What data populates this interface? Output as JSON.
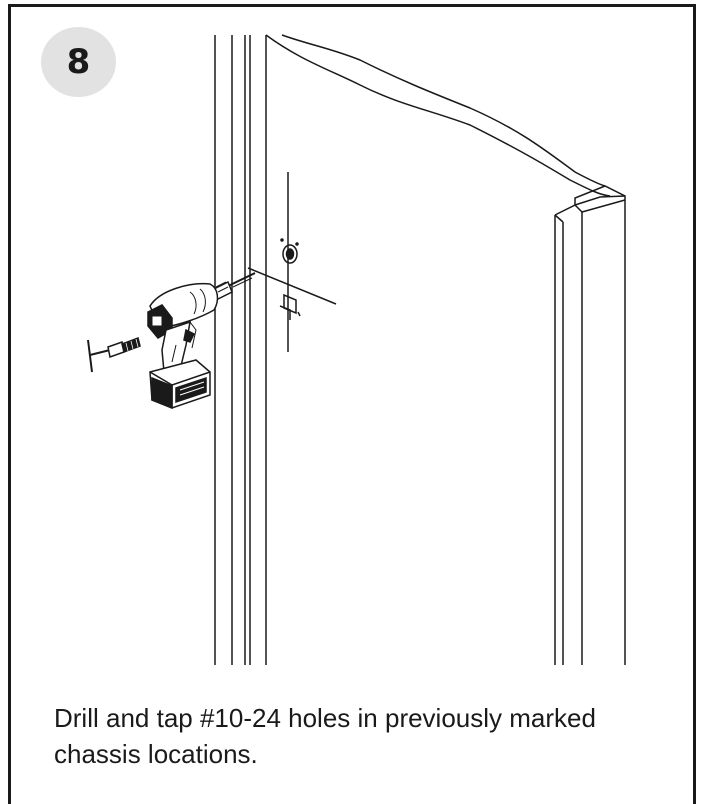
{
  "step": {
    "number": "8"
  },
  "instruction": {
    "text": "Drill and tap #10-24 holes in previously marked chassis locations."
  },
  "icons": {
    "illustration": "drill-tapping-chassis-illustration",
    "drill": "cordless-drill-icon",
    "tap": "tap-wrench-icon"
  }
}
